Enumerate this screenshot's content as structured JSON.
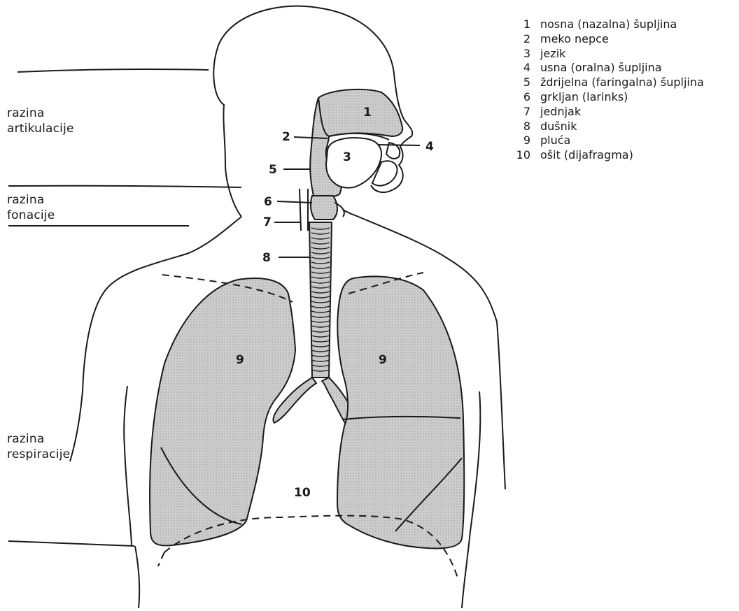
{
  "levels": {
    "articulation": [
      "razina",
      "artikulacije"
    ],
    "phonation": [
      "razina",
      "fonacije"
    ],
    "respiration": [
      "razina",
      "respiracije"
    ]
  },
  "legend": [
    {
      "num": "1",
      "text": "nosna (nazalna) šupljina"
    },
    {
      "num": "2",
      "text": "meko nepce"
    },
    {
      "num": "3",
      "text": "jezik"
    },
    {
      "num": "4",
      "text": "usna (oralna) šupljina"
    },
    {
      "num": "5",
      "text": "ždrijelna (faringalna) šupljina"
    },
    {
      "num": "6",
      "text": "grkljan (larinks)"
    },
    {
      "num": "7",
      "text": "jednjak"
    },
    {
      "num": "8",
      "text": "dušnik"
    },
    {
      "num": "9",
      "text": "pluća"
    },
    {
      "num": "10",
      "text": "ošit (dijafragma)"
    }
  ],
  "callouts": [
    "1",
    "2",
    "3",
    "4",
    "5",
    "6",
    "7",
    "8",
    "9",
    "9",
    "10"
  ],
  "colors": {
    "ink": "#1a1a1a",
    "organ_fill": "#cfcfcf",
    "background": "#ffffff"
  }
}
